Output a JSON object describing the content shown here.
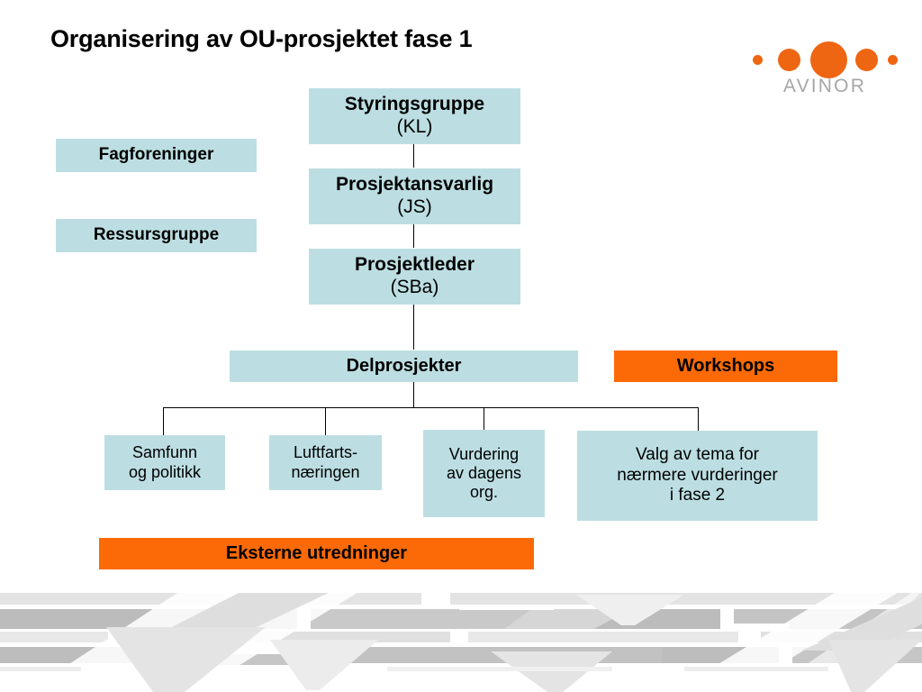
{
  "slide": {
    "title": "Organisering av OU-prosjektet fase 1",
    "background_color": "#ffffff"
  },
  "logo": {
    "wordmark": "AVINOR",
    "dot_color": "#ee6611",
    "wordmark_color": "#a6a6a6",
    "dot_count": 5
  },
  "colors": {
    "box_blue": "#bcdee2",
    "box_orange": "#fb6a06",
    "connector": "#000000",
    "text": "#000000",
    "footer_gray_dark": "#bdbdbd",
    "footer_gray_mid": "#d4d4d4",
    "footer_gray_light": "#e6e6e6"
  },
  "nodes": {
    "fagforeninger": {
      "line1": "Fagforeninger",
      "line2": "",
      "fill": "#bcdee2",
      "bold": true
    },
    "ressursgruppe": {
      "line1": "Ressursgruppe",
      "line2": "",
      "fill": "#bcdee2",
      "bold": true
    },
    "styringsgruppe": {
      "line1": "Styringsgruppe",
      "line2": "(KL)",
      "fill": "#bcdee2",
      "bold": true
    },
    "prosjektansvarlig": {
      "line1": "Prosjektansvarlig",
      "line2": "(JS)",
      "fill": "#bcdee2",
      "bold": true
    },
    "prosjektleder": {
      "line1": "Prosjektleder",
      "line2": "(SBa)",
      "fill": "#bcdee2",
      "bold": true
    },
    "delprosjekter": {
      "line1": "Delprosjekter",
      "line2": "",
      "fill": "#bcdee2",
      "bold": true
    },
    "workshops": {
      "line1": "Workshops",
      "line2": "",
      "fill": "#fb6a06",
      "bold": true
    },
    "samfunn": {
      "line1": "Samfunn",
      "line2": "og politikk",
      "line3": "",
      "fill": "#bcdee2",
      "bold": false
    },
    "luftfart": {
      "line1": "Luftfarts-",
      "line2": "næringen",
      "line3": "",
      "fill": "#bcdee2",
      "bold": false
    },
    "vurdering": {
      "line1": "Vurdering",
      "line2": "av dagens",
      "line3": "org.",
      "fill": "#bcdee2",
      "bold": false
    },
    "valg": {
      "line1": "Valg av tema for",
      "line2": "nærmere vurderinger",
      "line3": "i fase 2",
      "fill": "#bcdee2",
      "bold": false
    },
    "eksterne": {
      "line1": "Eksterne utredninger",
      "line2": "",
      "fill": "#fb6a06",
      "bold": true
    }
  }
}
